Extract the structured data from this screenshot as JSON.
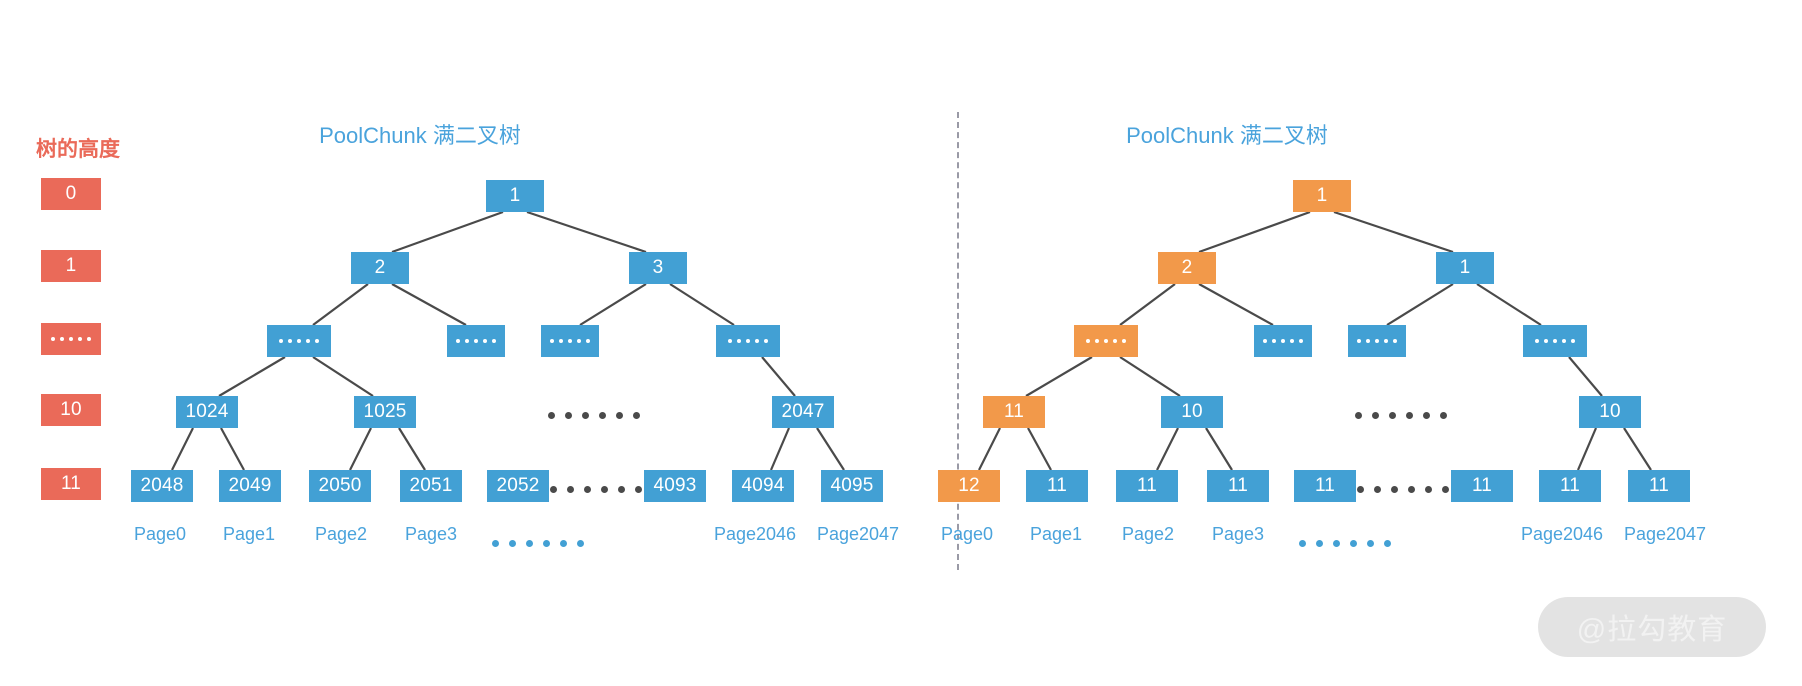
{
  "meta": {
    "watermark": "@拉勾教育",
    "height_column_title": "树的高度",
    "dots_glyph": "......"
  },
  "height_labels": [
    {
      "label": "0",
      "is_dots": false
    },
    {
      "label": "1",
      "is_dots": false
    },
    {
      "label": "......",
      "is_dots": true
    },
    {
      "label": "10",
      "is_dots": false
    },
    {
      "label": "11",
      "is_dots": false
    }
  ],
  "colors": {
    "blue": "#42a0d4",
    "orange": "#f2994a",
    "red": "#ea6a59",
    "edge": "#4a4a4a",
    "title_blue": "#4aa3dc",
    "divider": "#9a9aa6",
    "watermark_bg": "#e3e3e3"
  },
  "left_tree": {
    "title": "PoolChunk 满二叉树",
    "level0": [
      {
        "label": "1",
        "color": "blue"
      }
    ],
    "level1": [
      {
        "label": "2",
        "color": "blue"
      },
      {
        "label": "3",
        "color": "blue"
      }
    ],
    "level2": [
      {
        "label": "......",
        "color": "blue",
        "is_dots": true
      },
      {
        "label": "......",
        "color": "blue",
        "is_dots": true
      },
      {
        "label": "......",
        "color": "blue",
        "is_dots": true
      },
      {
        "label": "......",
        "color": "blue",
        "is_dots": true
      }
    ],
    "level3": [
      {
        "label": "1024",
        "color": "blue"
      },
      {
        "label": "1025",
        "color": "blue"
      },
      {
        "label": "2047",
        "color": "blue"
      }
    ],
    "level3_gap_dots": "......",
    "level4": [
      {
        "label": "2048",
        "color": "blue"
      },
      {
        "label": "2049",
        "color": "blue"
      },
      {
        "label": "2050",
        "color": "blue"
      },
      {
        "label": "2051",
        "color": "blue"
      },
      {
        "label": "2052",
        "color": "blue"
      },
      {
        "label": "4093",
        "color": "blue"
      },
      {
        "label": "4094",
        "color": "blue"
      },
      {
        "label": "4095",
        "color": "blue"
      }
    ],
    "level4_gap_dots": "......",
    "page_labels": [
      "Page0",
      "Page1",
      "Page2",
      "Page3",
      "Page2046",
      "Page2047"
    ],
    "page_gap_dots": "......"
  },
  "right_tree": {
    "title": "PoolChunk 满二叉树",
    "level0": [
      {
        "label": "1",
        "color": "orange"
      }
    ],
    "level1": [
      {
        "label": "2",
        "color": "orange"
      },
      {
        "label": "1",
        "color": "blue"
      }
    ],
    "level2": [
      {
        "label": "......",
        "color": "orange",
        "is_dots": true
      },
      {
        "label": "......",
        "color": "blue",
        "is_dots": true
      },
      {
        "label": "......",
        "color": "blue",
        "is_dots": true
      },
      {
        "label": "......",
        "color": "blue",
        "is_dots": true
      }
    ],
    "level3": [
      {
        "label": "11",
        "color": "orange"
      },
      {
        "label": "10",
        "color": "blue"
      },
      {
        "label": "10",
        "color": "blue"
      }
    ],
    "level3_gap_dots": "......",
    "level4": [
      {
        "label": "12",
        "color": "orange"
      },
      {
        "label": "11",
        "color": "blue"
      },
      {
        "label": "11",
        "color": "blue"
      },
      {
        "label": "11",
        "color": "blue"
      },
      {
        "label": "11",
        "color": "blue"
      },
      {
        "label": "11",
        "color": "blue"
      },
      {
        "label": "11",
        "color": "blue"
      },
      {
        "label": "11",
        "color": "blue"
      }
    ],
    "level4_gap_dots": "......",
    "page_labels": [
      "Page0",
      "Page1",
      "Page2",
      "Page3",
      "Page2046",
      "Page2047"
    ],
    "page_gap_dots": "......"
  }
}
